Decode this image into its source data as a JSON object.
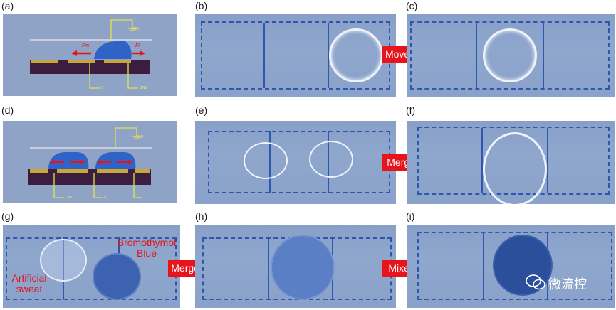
{
  "panel_labels": [
    "(a)",
    "(b)",
    "(c)",
    "(d)",
    "(e)",
    "(f)",
    "(g)",
    "(h)",
    "(i)"
  ],
  "arrows": {
    "row1": "Moved",
    "row2": "Merged",
    "row3a": "Merged",
    "row3b": "Mixed"
  },
  "schematic_a": {
    "gnd_top": "GND",
    "v": "V",
    "gnd_bottom": "GND",
    "force_left": "Fm",
    "force_right": "Fr"
  },
  "schematic_d": {
    "gnd_top": "GND",
    "gnd_bottom": "GND",
    "v": "V"
  },
  "labels_g": {
    "sweat": "Artificial\nsweat",
    "dye": "Bromothymol\nBlue"
  },
  "watermark": "微流控",
  "colors": {
    "panel_bg": "#8fa3c6",
    "dash": "#2f57b0",
    "arrow": "#e8141b",
    "electrode": "#c8a63a",
    "substrate": "#3a1d3f",
    "droplet": "#2f63c8"
  }
}
